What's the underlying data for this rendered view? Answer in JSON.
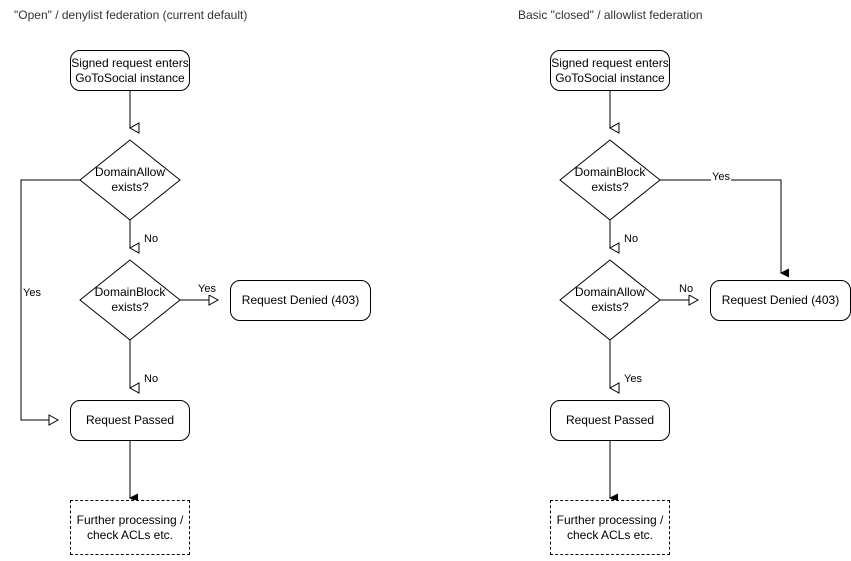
{
  "diagram": {
    "type": "flowchart",
    "background": "#ffffff",
    "stroke_color": "#000000",
    "title_color": "#333333"
  },
  "columns": [
    {
      "id": "open-denylist",
      "title": "\"Open\" / denylist federation (current default)",
      "nodes": {
        "start": "Signed request enters\nGoToSocial instance",
        "start_line1": "Signed request enters",
        "start_line2": "GoToSocial instance",
        "decision1_line1": "DomainAllow",
        "decision1_line2": "exists?",
        "decision2_line1": "DomainBlock",
        "decision2_line2": "exists?",
        "denied": "Request Denied (403)",
        "passed": "Request Passed",
        "further_line1": "Further processing /",
        "further_line2": "check ACLs etc."
      },
      "edge_labels": {
        "allow_yes": "Yes",
        "allow_no": "No",
        "block_yes": "Yes",
        "block_no": "No"
      }
    },
    {
      "id": "closed-allowlist",
      "title": "Basic \"closed\" / allowlist federation",
      "nodes": {
        "start_line1": "Signed request enters",
        "start_line2": "GoToSocial instance",
        "decision1_line1": "DomainBlock",
        "decision1_line2": "exists?",
        "decision2_line1": "DomainAllow",
        "decision2_line2": "exists?",
        "denied": "Request Denied (403)",
        "passed": "Request Passed",
        "further_line1": "Further processing /",
        "further_line2": "check ACLs etc."
      },
      "edge_labels": {
        "block_yes": "Yes",
        "block_no": "No",
        "allow_no": "No",
        "allow_yes": "Yes"
      }
    }
  ]
}
